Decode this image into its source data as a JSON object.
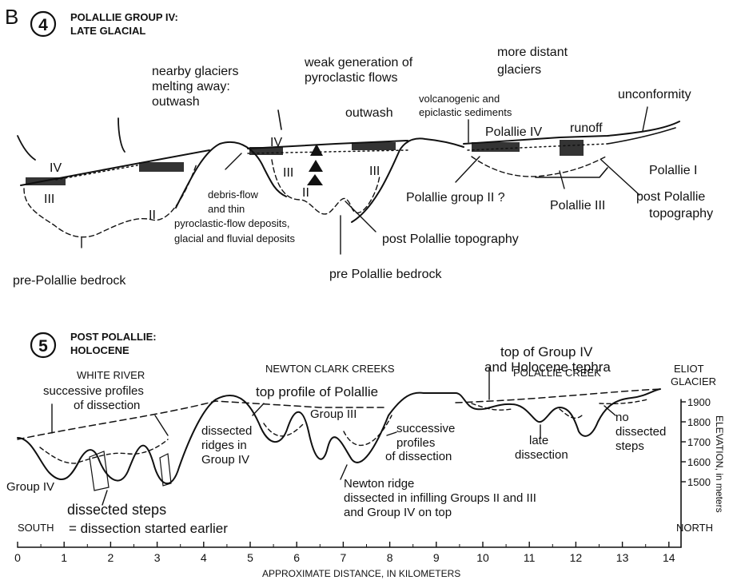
{
  "figure_letter": "B",
  "panel4": {
    "number": "4",
    "title_line1": "POLALLIE GROUP IV:",
    "title_line2": "LATE GLACIAL",
    "labels": {
      "nearby1": "nearby glaciers",
      "nearby2": "melting away:",
      "nearby3": "outwash",
      "weak1": "weak generation of",
      "weak2": "pyroclastic flows",
      "distant1": "more distant",
      "distant2": "glaciers",
      "outwash": "outwash",
      "volc1": "volcanogenic and",
      "volc2": "epiclastic sediments",
      "unconformity": "unconformity",
      "runoff": "runoff",
      "polallie4": "Polallie IV",
      "polallie1": "Polallie I",
      "polallie3": "Polallie III",
      "group2q": "Polallie group II ?",
      "post_pol_topo1": "post Polallie",
      "post_pol_topo2": "topography",
      "debris1": "debris-flow",
      "debris2": "and thin",
      "debris3": "pyroclastic-flow deposits,",
      "debris4": "glacial and fluvial deposits",
      "post_pol_topo_mid": "post Polallie topography",
      "pre_bedrock_left": "pre-Polallie bedrock",
      "pre_bedrock_mid": "pre Polallie bedrock",
      "roman": {
        "iv_a": "IV",
        "iii_a": "III",
        "ii_a": "II",
        "iv_b": "IV",
        "iii_b": "III",
        "ii_b": "II",
        "iii_c": "III"
      }
    }
  },
  "panel5": {
    "number": "5",
    "title_line1": "POST POLALLIE:",
    "title_line2": "HOLOCENE",
    "labels": {
      "white_river": "WHITE RIVER",
      "newton_clark": "NEWTON CLARK CREEKS",
      "polallie_creek": "POLALLIE CREEK",
      "eliot1": "ELIOT",
      "eliot2": "GLACIER",
      "succ1a": "successive profiles",
      "succ1b": "of dissection",
      "top_profile": "top profile of Polallie",
      "group3": "Group III",
      "top_group4a": "top of Group IV",
      "top_group4b": "and Holocene tephra",
      "succ2a": "successive",
      "succ2b": "profiles",
      "succ2c": "of dissection",
      "dissected_ridges1": "dissected",
      "dissected_ridges2": "ridges in",
      "dissected_ridges3": "Group IV",
      "late1": "late",
      "late2": "dissection",
      "no1": "no",
      "no2": "dissected",
      "no3": "steps",
      "group4": "Group IV",
      "dissected_steps": "dissected steps",
      "started_earlier": "= dissection started earlier",
      "newton1": "Newton ridge",
      "newton2": "dissected in infilling Groups II and III",
      "newton3": "and Group IV on top",
      "south": "SOUTH",
      "north": "NORTH"
    },
    "y_axis": {
      "label": "ELEVATION, in meters",
      "ticks": [
        "1900",
        "1800",
        "1700",
        "1600",
        "1500"
      ]
    },
    "x_axis": {
      "label": "APPROXIMATE DISTANCE, IN KILOMETERS",
      "ticks": [
        "0",
        "1",
        "2",
        "3",
        "4",
        "5",
        "6",
        "7",
        "8",
        "9",
        "10",
        "11",
        "12",
        "13",
        "14"
      ]
    }
  }
}
